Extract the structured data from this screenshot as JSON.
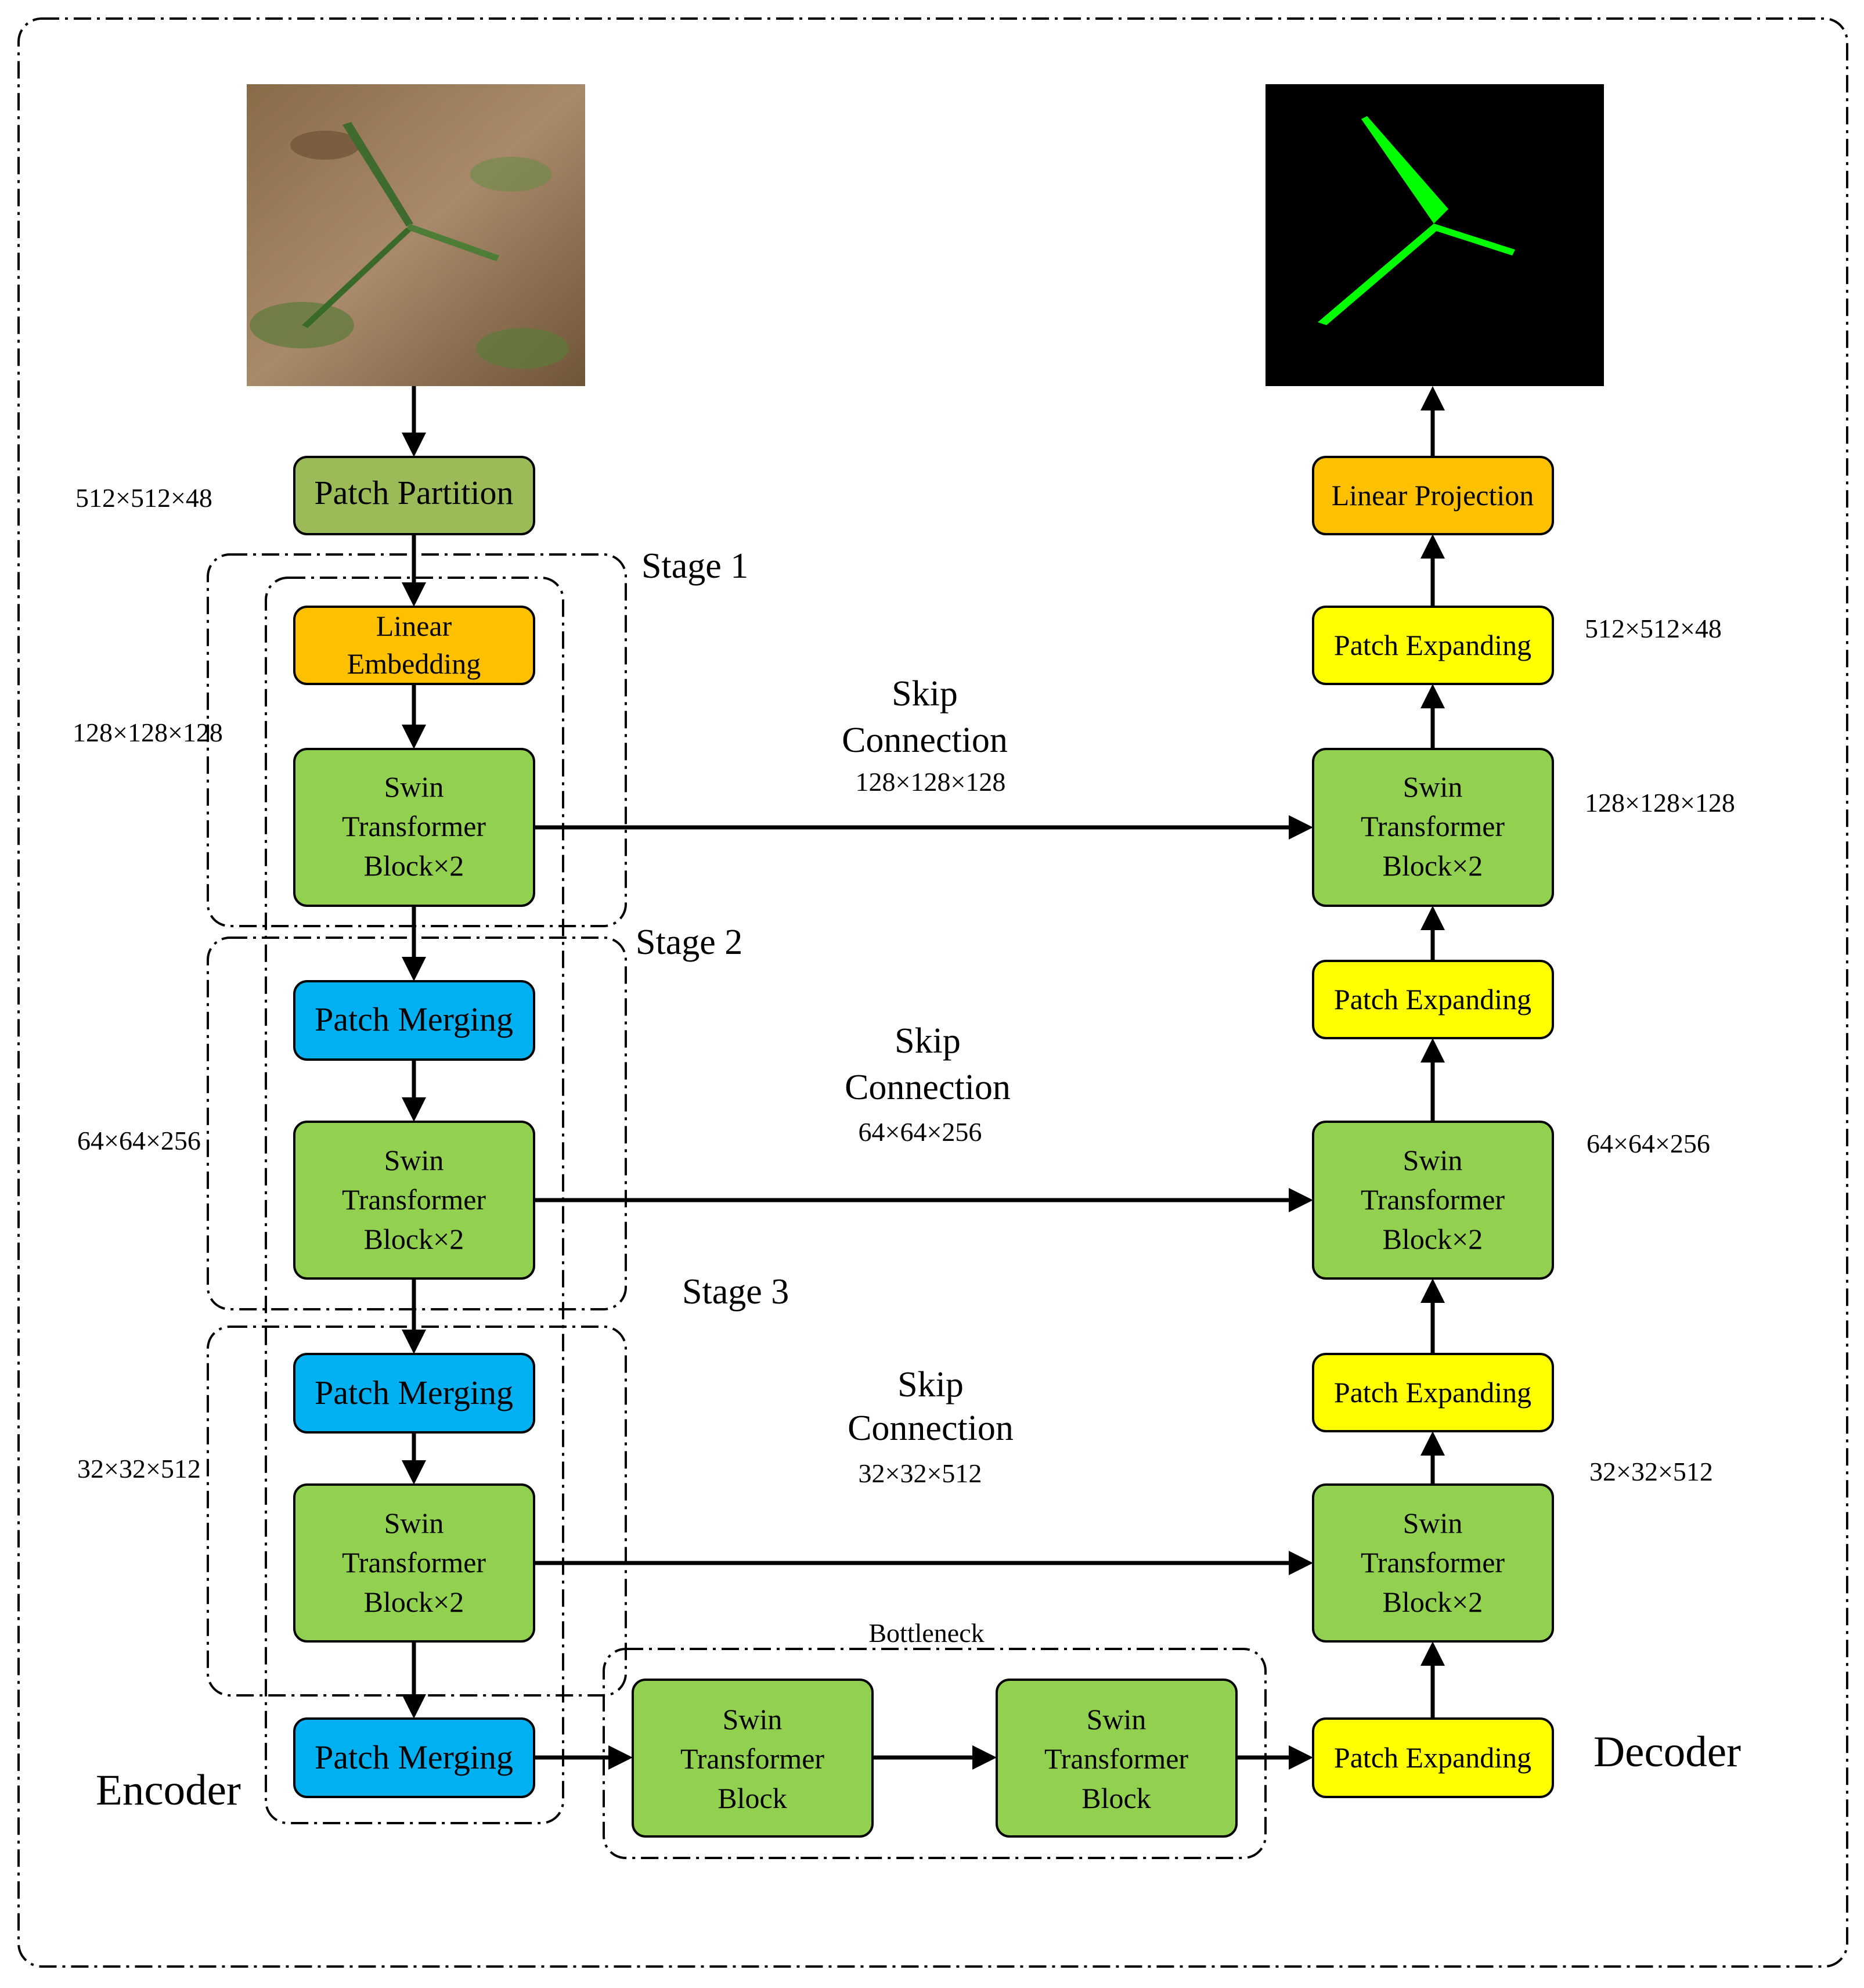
{
  "colors": {
    "patch_partition": "#9bbb59",
    "linear_embedding": "#ffc000",
    "swin_block": "#92d050",
    "patch_merging": "#00b0f0",
    "patch_expanding": "#ffff00",
    "linear_projection": "#ffc000",
    "output_background": "#000000",
    "mask_green": "#00ff00"
  },
  "icons": {
    "input_image": "seedling-photo-icon",
    "output_image": "segmentation-mask-icon"
  },
  "encoder": {
    "label": "Encoder",
    "patch_partition": "Patch Partition",
    "patch_partition_dim": "512×512×48",
    "stages": [
      {
        "label": "Stage 1",
        "first_block": [
          "Linear",
          "Embedding"
        ],
        "dim": "128×128×128",
        "swin": [
          "Swin",
          "Transformer",
          "Block×2"
        ]
      },
      {
        "label": "Stage 2",
        "first_block": [
          "Patch Merging"
        ],
        "dim": "64×64×256",
        "swin": [
          "Swin",
          "Transformer",
          "Block×2"
        ]
      },
      {
        "label": "Stage 3",
        "first_block": [
          "Patch Merging"
        ],
        "dim": "32×32×512",
        "swin": [
          "Swin",
          "Transformer",
          "Block×2"
        ]
      }
    ],
    "final_merging": "Patch Merging"
  },
  "skip_connections": [
    {
      "label": [
        "Skip",
        "Connection"
      ],
      "dim": "128×128×128"
    },
    {
      "label": [
        "Skip",
        "Connection"
      ],
      "dim": "64×64×256"
    },
    {
      "label": [
        "Skip",
        "Connection"
      ],
      "dim": "32×32×512"
    }
  ],
  "bottleneck": {
    "label": "Bottleneck",
    "blocks": [
      [
        "Swin",
        "Transformer",
        "Block"
      ],
      [
        "Swin",
        "Transformer",
        "Block"
      ]
    ]
  },
  "decoder": {
    "label": "Decoder",
    "linear_projection": "Linear Projection",
    "patch_expanding": "Patch Expanding",
    "swin": [
      "Swin",
      "Transformer",
      "Block×2"
    ],
    "dims": {
      "expand_top": "512×512×48",
      "swin_1": "128×128×128",
      "swin_2": "64×64×256",
      "swin_3": "32×32×512"
    }
  }
}
